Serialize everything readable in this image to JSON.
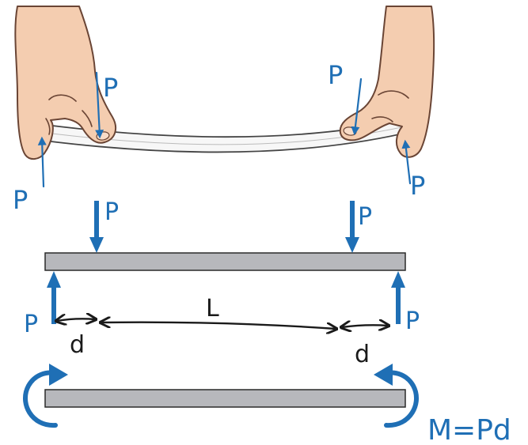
{
  "colors": {
    "force_blue": "#1f6fb5",
    "beam_fill": "#b7b8bc",
    "beam_stroke": "#2a2a2a",
    "skin": "#f4cdb0",
    "ink": "#1a1a1a"
  },
  "labels": {
    "load_symbol": "P",
    "span_length": "L",
    "offset_left": "d",
    "offset_right": "d",
    "moment_equation": "M=Pd"
  },
  "icons": [
    "left-hand-icon",
    "right-hand-icon",
    "curved-moment-arrow-icon"
  ]
}
